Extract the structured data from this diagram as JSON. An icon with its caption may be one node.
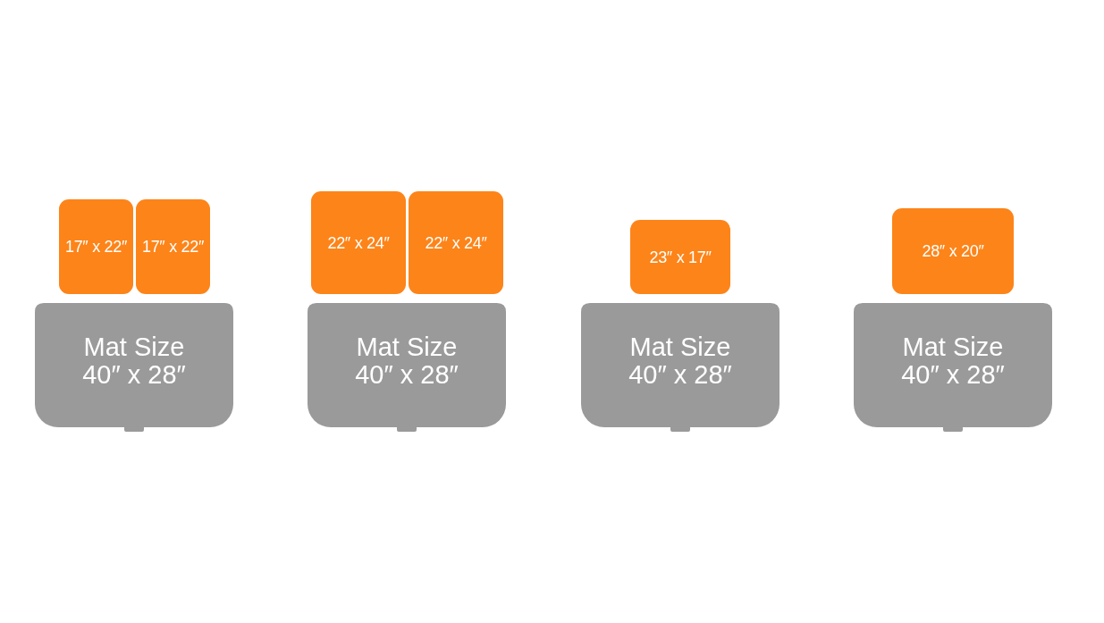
{
  "diagram": {
    "nodes": [
      {
        "text": [
          "17″ x 22″"
        ]
      },
      {
        "text": [
          "17″ x 22″"
        ]
      },
      {
        "text": [
          "Mat Size",
          "40″ x 28″"
        ]
      },
      {
        "text": [
          "22″ x 24″"
        ]
      },
      {
        "text": [
          "22″ x 24″"
        ]
      },
      {
        "text": [
          "Mat Size",
          "40″ x 28″"
        ]
      },
      {
        "text": [
          "23″ x 17″"
        ]
      },
      {
        "text": [
          "Mat Size",
          "40″ x 28″"
        ]
      },
      {
        "text": [
          "28″ x 20″"
        ]
      },
      {
        "text": [
          "Mat Size",
          "40″ x 28″"
        ]
      }
    ]
  }
}
